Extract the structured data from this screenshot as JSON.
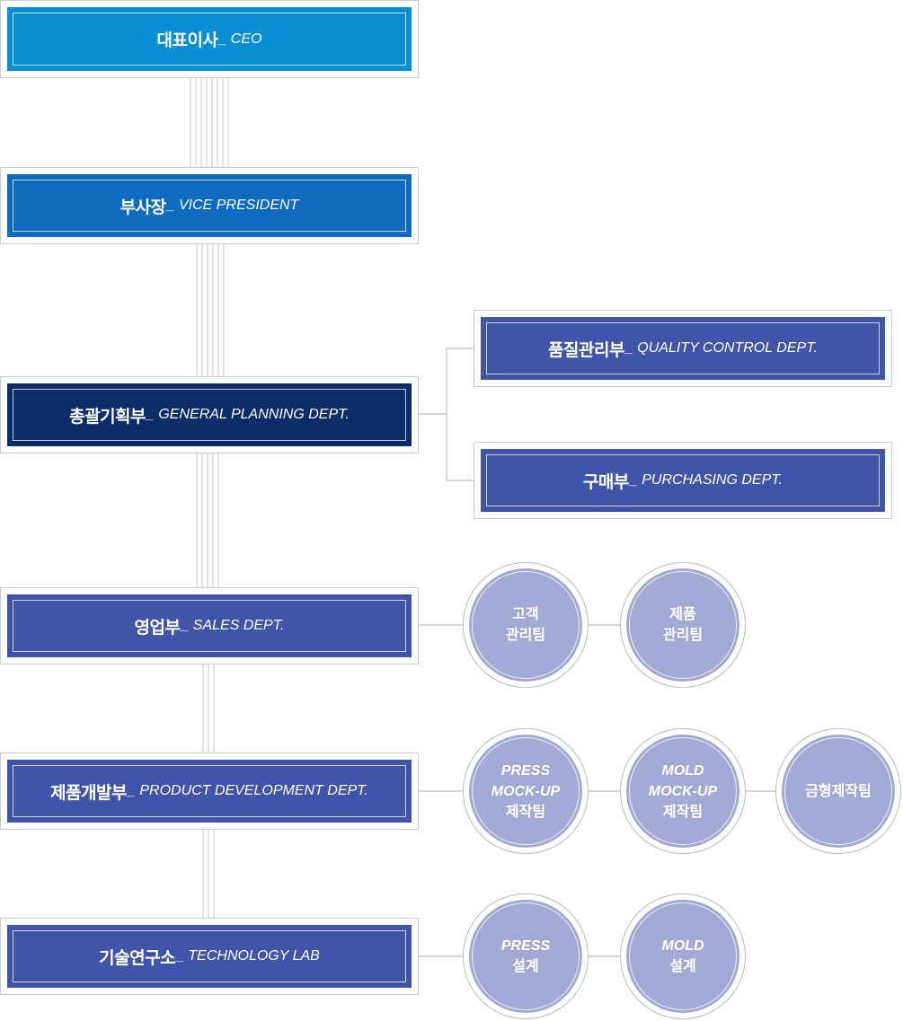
{
  "colors": {
    "ceo": "#0a8fd6",
    "vice_president": "#0e6bbf",
    "general_planning": "#0b2e6b",
    "department": "#4054a9",
    "team": "#a4a8d4",
    "connector": "#c3c7cf"
  },
  "ceo": {
    "ko": "대표이사",
    "en": "_ CEO"
  },
  "vice_president": {
    "ko": "부사장",
    "en": "_ VICE PRESIDENT"
  },
  "general_planning": {
    "ko": "총괄기획부",
    "en": "_ GENERAL PLANNING DEPT."
  },
  "quality_control": {
    "ko": "품질관리부",
    "en": "_ QUALITY CONTROL DEPT."
  },
  "purchasing": {
    "ko": "구매부",
    "en": "_ PURCHASING DEPT."
  },
  "sales": {
    "ko": "영업부",
    "en": "_ SALES DEPT.",
    "teams": [
      {
        "lines": [
          "고객",
          "관리팀"
        ]
      },
      {
        "lines": [
          "제품",
          "관리팀"
        ]
      }
    ]
  },
  "product_development": {
    "ko": "제품개발부",
    "en": "_ PRODUCT DEVELOPMENT DEPT.",
    "teams": [
      {
        "lines": [
          "PRESS",
          "MOCK-UP",
          "제작팀"
        ]
      },
      {
        "lines": [
          "MOLD",
          "MOCK-UP",
          "제작팀"
        ]
      },
      {
        "lines": [
          "금형제작팀"
        ]
      }
    ]
  },
  "technology_lab": {
    "ko": "기술연구소",
    "en": "_ TECHNOLOGY LAB",
    "teams": [
      {
        "lines": [
          "PRESS",
          "설계"
        ]
      },
      {
        "lines": [
          "MOLD",
          "설계"
        ]
      }
    ]
  }
}
